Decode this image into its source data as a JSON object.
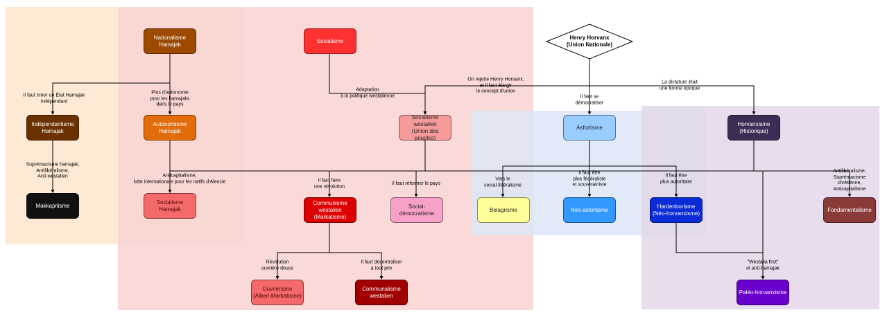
{
  "regions": [
    {
      "id": "hamajak",
      "color": "#fde5cc"
    },
    {
      "id": "socialisme",
      "color": "#f8d3d1"
    },
    {
      "id": "asfortisme",
      "color": "#dde6f6"
    },
    {
      "id": "horvanxisme",
      "color": "#e3d7ea"
    }
  ],
  "nodes": {
    "nationalisme": {
      "label": "Nationalisme\nHamajak",
      "bg": "#9c4a00",
      "fg": "#ffffff"
    },
    "independantisme": {
      "label": "Indépendantisme\nHamajak",
      "bg": "#6b3200",
      "fg": "#ffffff"
    },
    "autonomisme": {
      "label": "Autonomisme\nHamajak",
      "bg": "#e36c0a",
      "fg": "#ffffff"
    },
    "makkapitisme": {
      "label": "Makkapitisme",
      "bg": "#111111",
      "fg": "#ffffff"
    },
    "socialisme_hamajak": {
      "label": "Socialisme Hamajak",
      "bg": "#f46a6a",
      "fg": "#5a0000"
    },
    "socialisme": {
      "label": "Socialisme",
      "bg": "#ff3030",
      "fg": "#ffffff"
    },
    "socialisme_westalien": {
      "label": "Socialisme westalien\n(Union des peuples)",
      "bg": "#f79a9a",
      "fg": "#222222"
    },
    "communisme_westalien": {
      "label": "Communisme\nwestalien\n(Markatisme)",
      "bg": "#dd0000",
      "fg": "#ffffff"
    },
    "social_democratisme": {
      "label": "Social-démocratisme",
      "bg": "#f7a0c8",
      "fg": "#222222"
    },
    "ouvrierisme": {
      "label": "Ouvriérisme\n(Alberi-Markatisme)",
      "bg": "#f46a6a",
      "fg": "#5a0000"
    },
    "communalisme": {
      "label": "Communalisme\nwestalien",
      "bg": "#a10000",
      "fg": "#ffffff"
    },
    "asfortisme": {
      "label": "Asfortisme",
      "bg": "#99ccff",
      "fg": "#222222"
    },
    "belagrisme": {
      "label": "Belagrisme",
      "bg": "#ffff99",
      "fg": "#222222"
    },
    "neo_asfortisme": {
      "label": "Néo-asfortisme",
      "bg": "#3399ff",
      "fg": "#ffffff"
    },
    "horvanxisme": {
      "label": "Horvanxisme\n(Historique)",
      "bg": "#3d2d54",
      "fg": "#ffffff"
    },
    "hardenborisme": {
      "label": "Hardenborisme\n(Néo-horvanxisme)",
      "bg": "#0a2cd6",
      "fg": "#ffffff"
    },
    "fondamentalisme": {
      "label": "Fondamentalisme",
      "bg": "#8b3a3a",
      "fg": "#ffffff"
    },
    "paleo_horvanxisme": {
      "label": "Paléo-horvanxisme",
      "bg": "#6a00cc",
      "fg": "#ffffff"
    },
    "henry": {
      "label": "Henry Horvanx\n(Union Nationale)"
    }
  },
  "labels": {
    "etat_hamajak": "Il faut créer un État Hamajak\nindépendant",
    "plus_autonomie": "Plus d'autonomie\npour les hamajaks\ndans le pays",
    "supremacisme": "Suprémacisme hamajak,\nAntilibéralisme,\nAnti-westalien",
    "anticapitalisme": "Anticapitalisme,\nlutte internationale pour les natifs d'Aleucie",
    "adaptation": "Adaptation\nà la politique westalienne",
    "rejette_henry": "On rejette Henry Horvanx,\net il faut élargir\nle concept d'union",
    "dictature": "La dictature était\nune bonne époque",
    "democratiser": "Il faut se\ndémocratiser",
    "revolution": "Il faut faire\nune révolution",
    "reformer": "Il faut réformer le pays",
    "social_liberalisme": "Vers le\nsocial-libéralisme",
    "federaliste": "Il faut être\nplus fédéraliste\net souverainiste",
    "autoritaire": "Il faut être\nplus autoritaire",
    "antiliberalisme": "Antilibéralisme,\nSuprémacisme chrétienne,\nAnticapitalisme",
    "ouvriere": "Révolution\nouvrière douce",
    "decentraliser": "Il faut décentraliser\nà tout prix",
    "westalia_first": "\"Westalia first\"\net anti-hamajak"
  }
}
